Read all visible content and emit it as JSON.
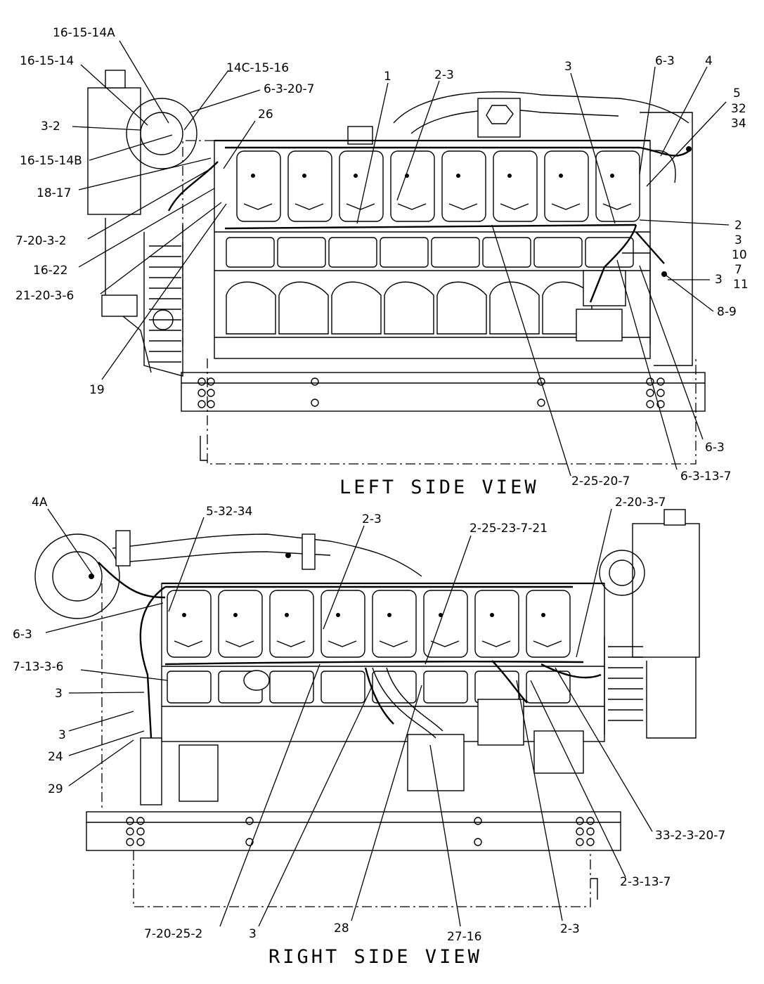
{
  "views": {
    "left": {
      "title": "LEFT SIDE VIEW",
      "callouts": [
        "16-15-14A",
        "16-15-14",
        "14C-15-16",
        "6-3-20-7",
        "3-2",
        "26",
        "16-15-14B",
        "18-17",
        "7-20-3-2",
        "16-22",
        "21-20-3-6",
        "19",
        "1",
        "2-3",
        "3",
        "6-3",
        "4",
        "5",
        "32",
        "34",
        "2",
        "3",
        "10",
        "7",
        "11",
        "3",
        "8-9",
        "6-3",
        "6-3-13-7",
        "2-25-20-7"
      ]
    },
    "right": {
      "title": "RIGHT SIDE VIEW",
      "callouts": [
        "4A",
        "5-32-34",
        "2-3",
        "2-25-23-7-21",
        "2-20-3-7",
        "6-3",
        "7-13-3-6",
        "3",
        "3",
        "24",
        "29",
        "33-2-3-20-7",
        "2-3-13-7",
        "7-20-25-2",
        "3",
        "28",
        "27-16",
        "2-3"
      ]
    }
  }
}
